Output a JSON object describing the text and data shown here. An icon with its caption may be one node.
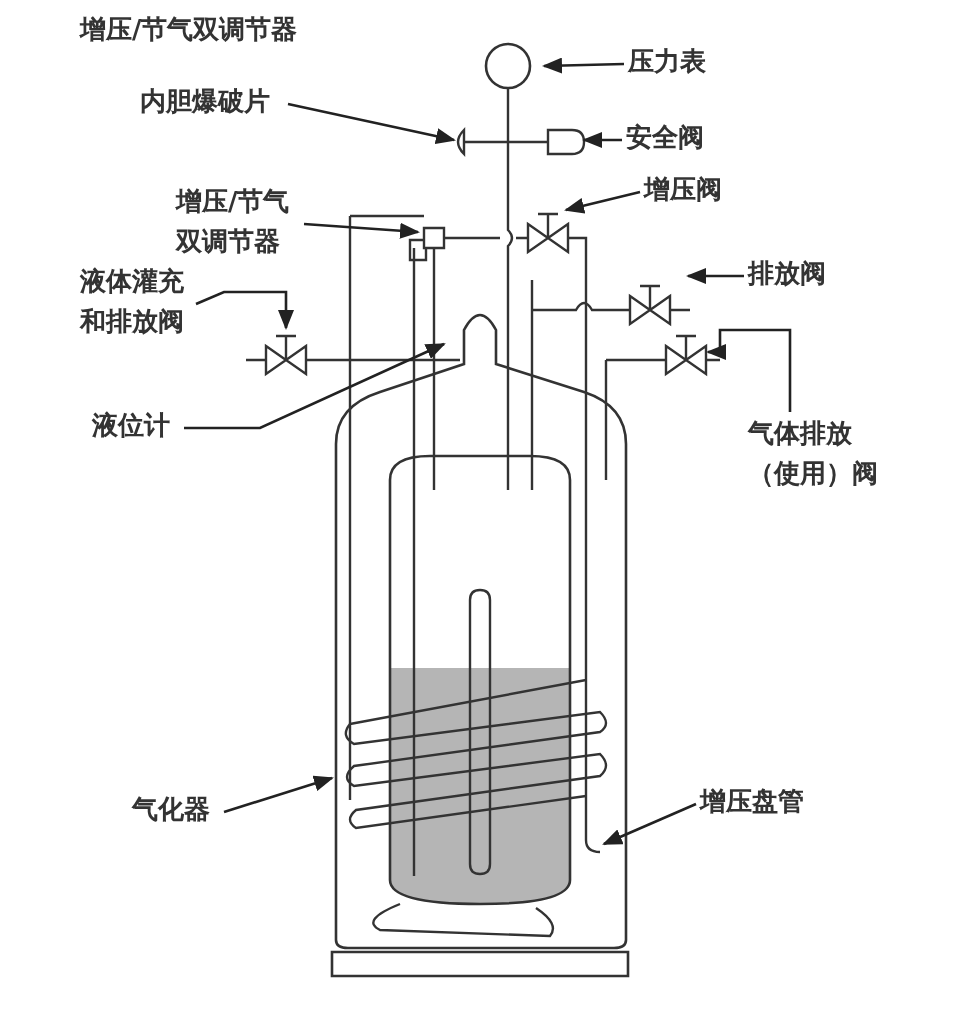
{
  "diagram": {
    "nodes": [
      {
        "text": [
          "压力表"
        ]
      },
      {
        "text": [
          "内胆爆破片"
        ]
      },
      {
        "text": [
          "安全阀"
        ]
      },
      {
        "text": [
          "增压/节气双调节器"
        ]
      },
      {
        "text": [
          "增压阀"
        ]
      },
      {
        "text": [
          "液体灌充和排放阀"
        ]
      },
      {
        "text": [
          "排放阀"
        ]
      },
      {
        "text": [
          "液位计"
        ]
      },
      {
        "text": [
          "气体排放（使用）阀"
        ]
      },
      {
        "text": [
          "气化器"
        ]
      },
      {
        "text": [
          "增压盘管"
        ]
      },
      {
        "text": [],
        "shape": "valve"
      }
    ],
    "edges": [
      {
        "from": 0,
        "to": null,
        "arrow": "to"
      },
      {
        "from": 1,
        "to": null,
        "arrow": "to"
      },
      {
        "from": 2,
        "to": null,
        "arrow": "to"
      },
      {
        "from": 3,
        "to": null,
        "arrow": "to"
      },
      {
        "from": 4,
        "to": null,
        "arrow": "to"
      },
      {
        "from": 5,
        "to": null,
        "arrow": "to"
      },
      {
        "from": 6,
        "to": null,
        "arrow": "to"
      },
      {
        "from": 7,
        "to": null,
        "arrow": "to"
      },
      {
        "from": 8,
        "to": 11,
        "arrow": "to"
      },
      {
        "from": 9,
        "to": null,
        "arrow": "to"
      },
      {
        "from": 10,
        "to": null,
        "arrow": "to"
      }
    ],
    "labels": [
      "增压/节气双调节器"
    ]
  }
}
